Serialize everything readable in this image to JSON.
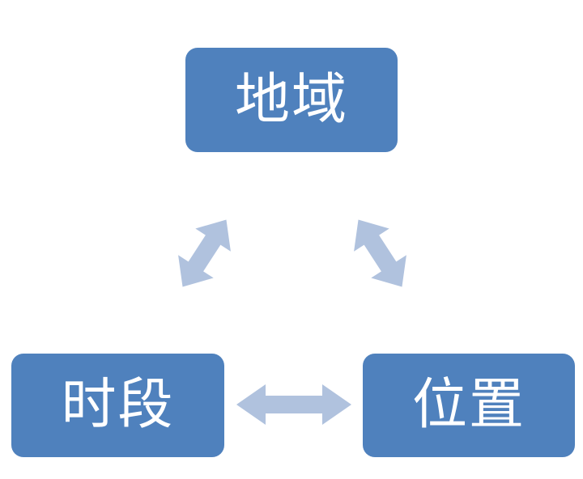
{
  "diagram": {
    "type": "triangular-relationship",
    "background_color": "#FFFFFF",
    "node_fill_color": "#4F81BD",
    "node_text_color": "#FFFFFF",
    "arrow_color": "#B0C2DE",
    "nodes": [
      {
        "id": "region",
        "label": "地域",
        "position": "top"
      },
      {
        "id": "timeslot",
        "label": "时段",
        "position": "bottom-left"
      },
      {
        "id": "position",
        "label": "位置",
        "position": "bottom-right"
      }
    ],
    "connectors": [
      {
        "id": "region-timeslot",
        "from": "地域",
        "to": "时段",
        "style": "double-headed",
        "orientation": "diagonal-down-left"
      },
      {
        "id": "region-position",
        "from": "地域",
        "to": "位置",
        "style": "double-headed",
        "orientation": "diagonal-down-right"
      },
      {
        "id": "timeslot-position",
        "from": "时段",
        "to": "位置",
        "style": "double-headed",
        "orientation": "horizontal"
      }
    ]
  }
}
